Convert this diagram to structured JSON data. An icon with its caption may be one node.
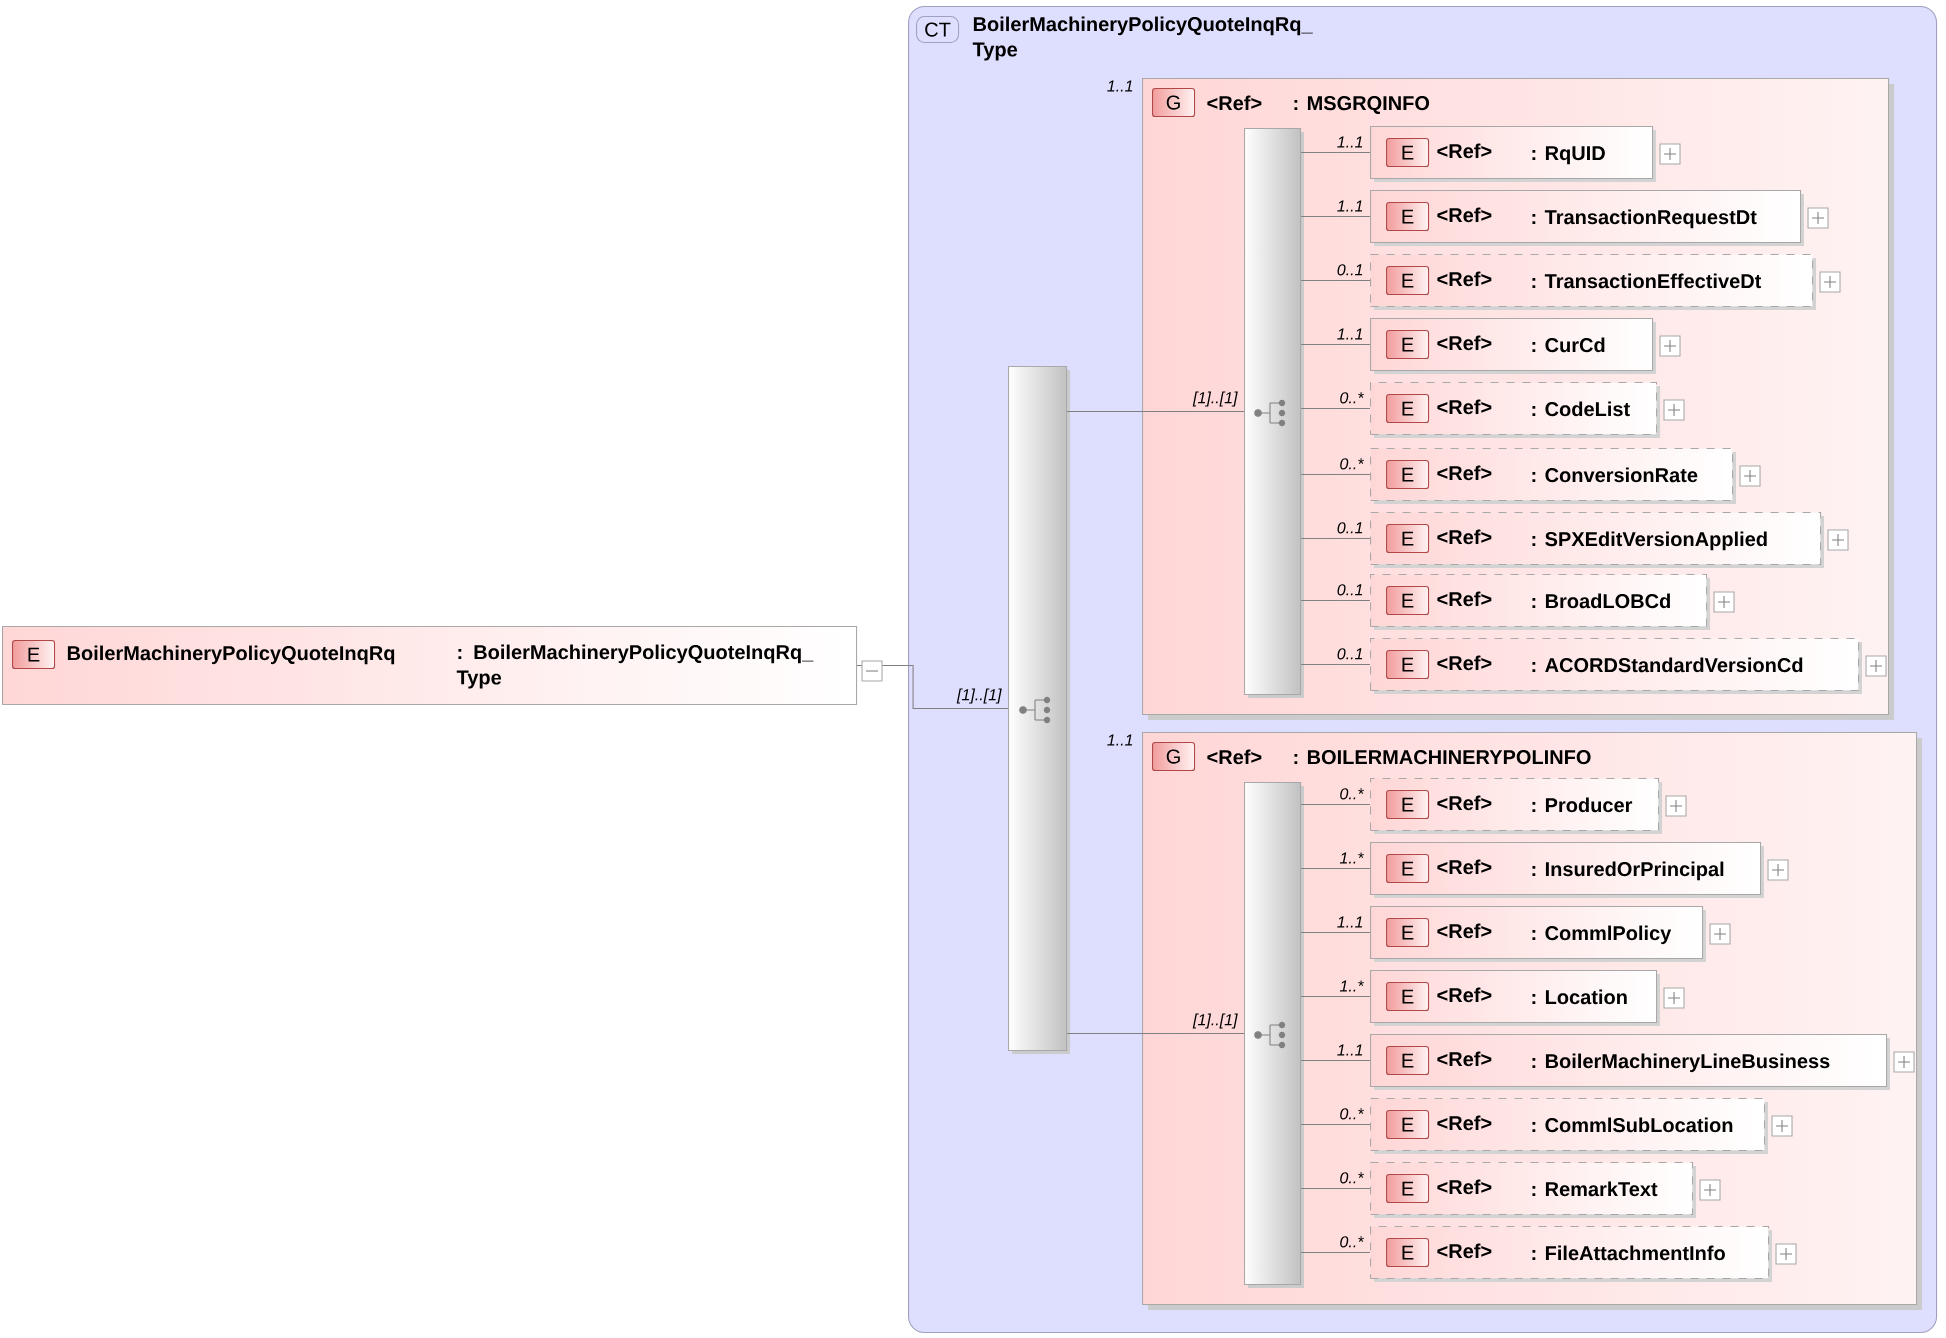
{
  "diagram": {
    "nodes": [
      {
        "text": [
          "E",
          "BoilerMachineryPolicyQuoteInqRq",
          ": BoilerMachineryPolicyQuoteInqRq_ Type"
        ]
      },
      {
        "text": [
          "CT",
          "BoilerMachineryPolicyQuoteInqRq_ Type"
        ]
      },
      {
        "text": [],
        "shape": "bar",
        "in": 1
      },
      {
        "text": [
          "G",
          "<Ref>",
          ": MSGRQINFO"
        ],
        "beside": [
          "1..1"
        ],
        "in": 1
      },
      {
        "text": [],
        "shape": "bar",
        "in": 3
      },
      {
        "text": [
          "E",
          "<Ref>",
          ": RqUID"
        ],
        "in": 3
      },
      {
        "text": [
          "E",
          "<Ref>",
          ": TransactionRequestDt"
        ],
        "in": 3
      },
      {
        "text": [
          "E",
          "<Ref>",
          ": TransactionEffectiveDt"
        ],
        "in": 3
      },
      {
        "text": [
          "E",
          "<Ref>",
          ": CurCd"
        ],
        "in": 3
      },
      {
        "text": [
          "E",
          "<Ref>",
          ": CodeList"
        ],
        "in": 3
      },
      {
        "text": [
          "E",
          "<Ref>",
          ": ConversionRate"
        ],
        "in": 3
      },
      {
        "text": [
          "E",
          "<Ref>",
          ": SPXEditVersionApplied"
        ],
        "in": 3
      },
      {
        "text": [
          "E",
          "<Ref>",
          ": BroadLOBCd"
        ],
        "in": 3
      },
      {
        "text": [
          "E",
          "<Ref>",
          ": ACORDStandardVersionCd"
        ],
        "in": 3
      },
      {
        "text": [
          "G",
          "<Ref>",
          ": BOILERMACHINERYPOLINFO"
        ],
        "beside": [
          "1..1"
        ],
        "in": 1
      },
      {
        "text": [],
        "shape": "bar",
        "in": 14
      },
      {
        "text": [
          "E",
          "<Ref>",
          ": Producer"
        ],
        "in": 14
      },
      {
        "text": [
          "E",
          "<Ref>",
          ": InsuredOrPrincipal"
        ],
        "in": 14
      },
      {
        "text": [
          "E",
          "<Ref>",
          ": CommlPolicy"
        ],
        "in": 14
      },
      {
        "text": [
          "E",
          "<Ref>",
          ": Location"
        ],
        "in": 14
      },
      {
        "text": [
          "E",
          "<Ref>",
          ": BoilerMachineryLineBusiness"
        ],
        "in": 14
      },
      {
        "text": [
          "E",
          "<Ref>",
          ": CommlSubLocation"
        ],
        "in": 14
      },
      {
        "text": [
          "E",
          "<Ref>",
          ": RemarkText"
        ],
        "in": 14
      },
      {
        "text": [
          "E",
          "<Ref>",
          ": FileAttachmentInfo"
        ],
        "in": 14
      }
    ],
    "edges": [
      {
        "from": 0,
        "to": 2,
        "arrow": "none",
        "label": "[1]..[1]"
      },
      {
        "from": 2,
        "to": 4,
        "arrow": "none",
        "label": "[1]..[1]"
      },
      {
        "from": 4,
        "to": 5,
        "arrow": "none",
        "label": "1..1"
      },
      {
        "from": 4,
        "to": 6,
        "arrow": "none",
        "label": "1..1"
      },
      {
        "from": 4,
        "to": 7,
        "arrow": "none",
        "label": "0..1"
      },
      {
        "from": 4,
        "to": 8,
        "arrow": "none",
        "label": "1..1"
      },
      {
        "from": 4,
        "to": 9,
        "arrow": "none",
        "label": "0..*"
      },
      {
        "from": 4,
        "to": 10,
        "arrow": "none",
        "label": "0..*"
      },
      {
        "from": 4,
        "to": 11,
        "arrow": "none",
        "label": "0..1"
      },
      {
        "from": 4,
        "to": 12,
        "arrow": "none",
        "label": "0..1"
      },
      {
        "from": 4,
        "to": 13,
        "arrow": "none",
        "label": "0..1"
      },
      {
        "from": 2,
        "to": 15,
        "arrow": "none",
        "label": "[1]..[1]"
      },
      {
        "from": 15,
        "to": 16,
        "arrow": "none",
        "label": "0..*"
      },
      {
        "from": 15,
        "to": 17,
        "arrow": "none",
        "label": "1..*"
      },
      {
        "from": 15,
        "to": 18,
        "arrow": "none",
        "label": "1..1"
      },
      {
        "from": 15,
        "to": 19,
        "arrow": "none",
        "label": "1..*"
      },
      {
        "from": 15,
        "to": 20,
        "arrow": "none",
        "label": "1..1"
      },
      {
        "from": 15,
        "to": 21,
        "arrow": "none",
        "label": "0..*"
      },
      {
        "from": 15,
        "to": 22,
        "arrow": "none",
        "label": "0..*"
      },
      {
        "from": 15,
        "to": 23,
        "arrow": "none",
        "label": "0..*"
      }
    ]
  }
}
